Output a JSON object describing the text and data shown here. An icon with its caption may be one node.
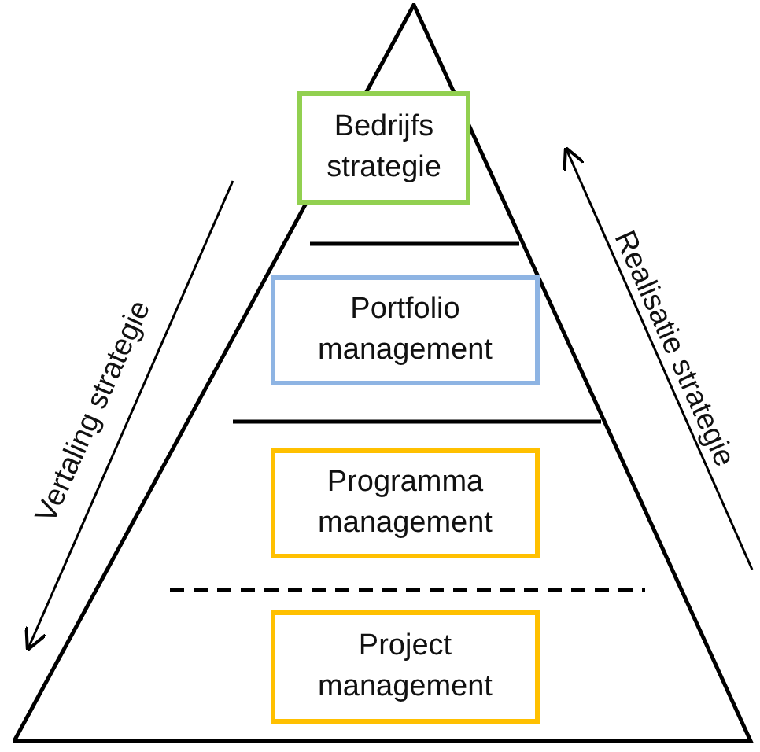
{
  "diagram": {
    "nodes": [
      {
        "text": [],
        "shape": "triangle"
      },
      {
        "text": [
          "Bedrijfs strategie"
        ],
        "in": 0
      },
      {
        "text": [
          "Portfolio management"
        ],
        "in": 0
      },
      {
        "text": [
          "Programma management"
        ],
        "in": 0
      },
      {
        "text": [
          "Project management"
        ],
        "in": 0
      }
    ],
    "labels": [
      "Vertaling strategie",
      "Realisatie strategie"
    ]
  }
}
